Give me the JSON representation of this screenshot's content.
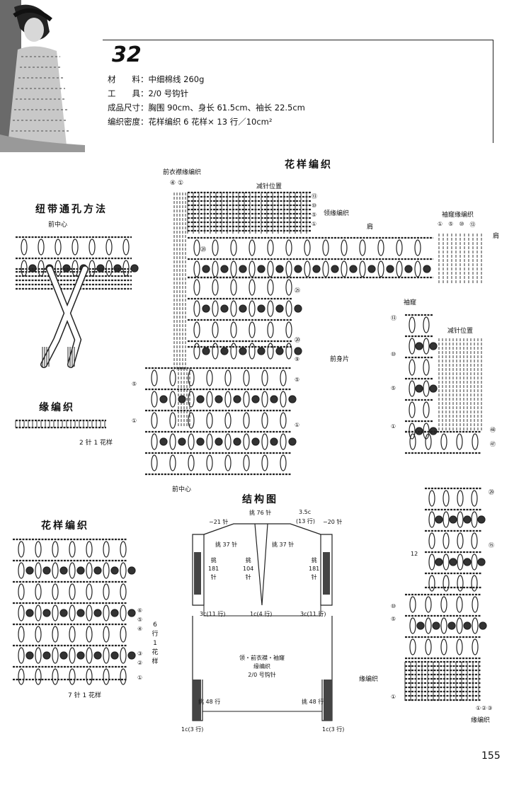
{
  "header": {
    "number": "32",
    "specs": [
      {
        "label": "材　　料：",
        "value": "中细棉线 260g"
      },
      {
        "label": "工　　具：",
        "value": "2/0 号钩针"
      },
      {
        "label": "成品尺寸：",
        "value": "胸围 90cm、身长 61.5cm、袖长 22.5cm"
      },
      {
        "label": "编织密度：",
        "value": "花样编织  6 花样× 13 行／10cm²"
      }
    ]
  },
  "sections": {
    "pattern_main_title": "花样编织",
    "ribbon_title": "纽带通孔方法",
    "edge_title": "缘编织",
    "pattern_swatch_title": "花样编织",
    "structure_title": "结构图"
  },
  "labels": {
    "front_placket_edge": "前衣襟缘编织",
    "decrease_position": "减针位置",
    "neck_edge": "领缘编织",
    "shoulder": "肩",
    "armhole_edge": "袖窿缘编织",
    "shoulder_right": "肩",
    "armhole": "袖窿",
    "decrease_position_2": "减针位置",
    "front_body": "前身片",
    "front_center_top": "前中心",
    "front_center_bottom": "前中心",
    "edge_repeat": "2 针 1 花样",
    "swatch_repeat": "7 针 1 花样",
    "swatch_side": [
      "6",
      "行",
      "1",
      "花",
      "样"
    ],
    "edge_knit_1": "缘编织",
    "edge_knit_2": "缘编织",
    "page_number": "155"
  },
  "row_markers": {
    "top_left": [
      "④",
      "①"
    ],
    "neck_right": [
      "⑬",
      "⑩",
      "⑤",
      "①"
    ],
    "armhole_top": [
      "①",
      "⑤",
      "⑩",
      "⑬"
    ],
    "left_rows": [
      "㉘",
      "㉕",
      "⑳",
      "⑨",
      "⑤",
      "①"
    ],
    "left_side": [
      "⑤",
      "①"
    ],
    "right_side_upper": [
      "⑬",
      "⑩",
      "⑤",
      "①"
    ],
    "right_numbers": [
      "㊽",
      "㊼",
      "㉙",
      "⑮"
    ],
    "right_lower": [
      "12",
      "⑩",
      "⑤",
      "①"
    ],
    "right_bottom": [
      "①",
      "②",
      "③"
    ],
    "swatch_rows": [
      "⑥",
      "⑤",
      "④",
      "③",
      "②",
      "①"
    ]
  },
  "structure": {
    "top_left_dec": "−21 针",
    "top_center": "挑 76 针",
    "top_right_label": "3.5c",
    "top_right_rows": "(13 行)",
    "top_right_dec": "−20 针",
    "pick_left": "挑 37 针",
    "pick_right": "挑 37 针",
    "side_left": [
      "挑",
      "181",
      "针"
    ],
    "center": [
      "挑",
      "104",
      "针"
    ],
    "side_right": [
      "挑",
      "181",
      "针"
    ],
    "bottom_left": "3c(11 行)",
    "bottom_center": "1c(4 行)",
    "bottom_right": "3c(11 行)",
    "middle_text": [
      "领・前衣襟・袖窿",
      "缘编织",
      "2/0 号钩针"
    ],
    "pick48_left": "挑 48 行",
    "pick48_right": "挑 48 行",
    "foot_left": "1c(3 行)",
    "foot_right": "1c(3 行)"
  }
}
